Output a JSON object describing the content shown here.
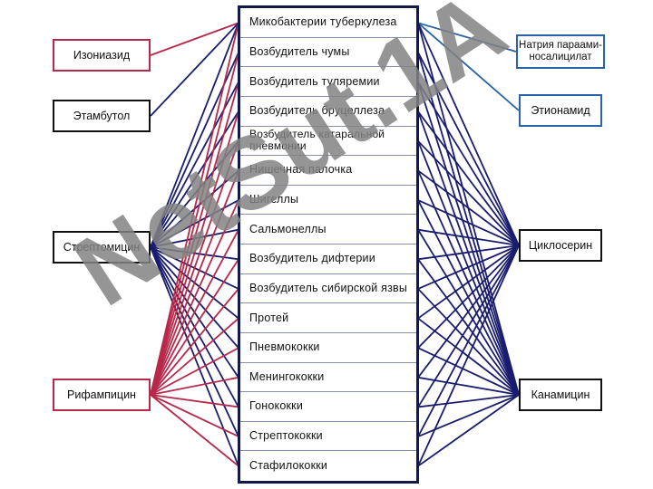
{
  "center_items": [
    "Микобактерии туберкулеза",
    "Возбудитель чумы",
    "Возбудитель туляремии",
    "Возбудитель бруцеллеза",
    "Возбудитель катаральной пневмонии",
    "Нишечная палочка",
    "Шигеллы",
    "Сальмонеллы",
    "Возбудитель дифтерии",
    "Возбудитель сибирской язвы",
    "Протей",
    "Пневмококки",
    "Менингококки",
    "Гонококки",
    "Стрептококки",
    "Стафилококки"
  ],
  "left_drugs": [
    {
      "id": "izoniazid",
      "label": "Изониазид",
      "style": "red",
      "targets": [
        0
      ]
    },
    {
      "id": "etambutol",
      "label": "Этамбутол",
      "style": "black",
      "targets": [
        0
      ]
    },
    {
      "id": "streptomycin",
      "label": "Стрептомицин",
      "style": "black",
      "targets": [
        0,
        1,
        2,
        3,
        4,
        5,
        6,
        7,
        8,
        9,
        10,
        11,
        12,
        13,
        14,
        15
      ]
    },
    {
      "id": "rifampicin",
      "label": "Рифампицин",
      "style": "red",
      "targets": [
        0,
        1,
        2,
        3,
        4,
        5,
        6,
        7,
        8,
        9,
        10,
        11,
        12,
        13,
        14,
        15
      ]
    }
  ],
  "right_drugs": [
    {
      "id": "natrium-paraaminosalicylate",
      "label": "Натрия параами-носалицилат",
      "style": "blue",
      "targets": [
        0
      ]
    },
    {
      "id": "etionamid",
      "label": "Этионамид",
      "style": "blue",
      "targets": [
        0
      ]
    },
    {
      "id": "cikloserin",
      "label": "Циклосерин",
      "style": "black",
      "targets": [
        0,
        1,
        2,
        3,
        4,
        5,
        6,
        7,
        8,
        9,
        10,
        11,
        12,
        13,
        14,
        15
      ]
    },
    {
      "id": "kanamicin",
      "label": "Канамицин",
      "style": "black",
      "targets": [
        0,
        1,
        2,
        3,
        4,
        5,
        6,
        7,
        8,
        9,
        10,
        11,
        12,
        13,
        14,
        15
      ]
    }
  ],
  "colors": {
    "red": "#b8284a",
    "black": "#111111",
    "blue": "#2a62a8",
    "navy": "#1a1d6e"
  },
  "watermark": "NetSut.1A"
}
